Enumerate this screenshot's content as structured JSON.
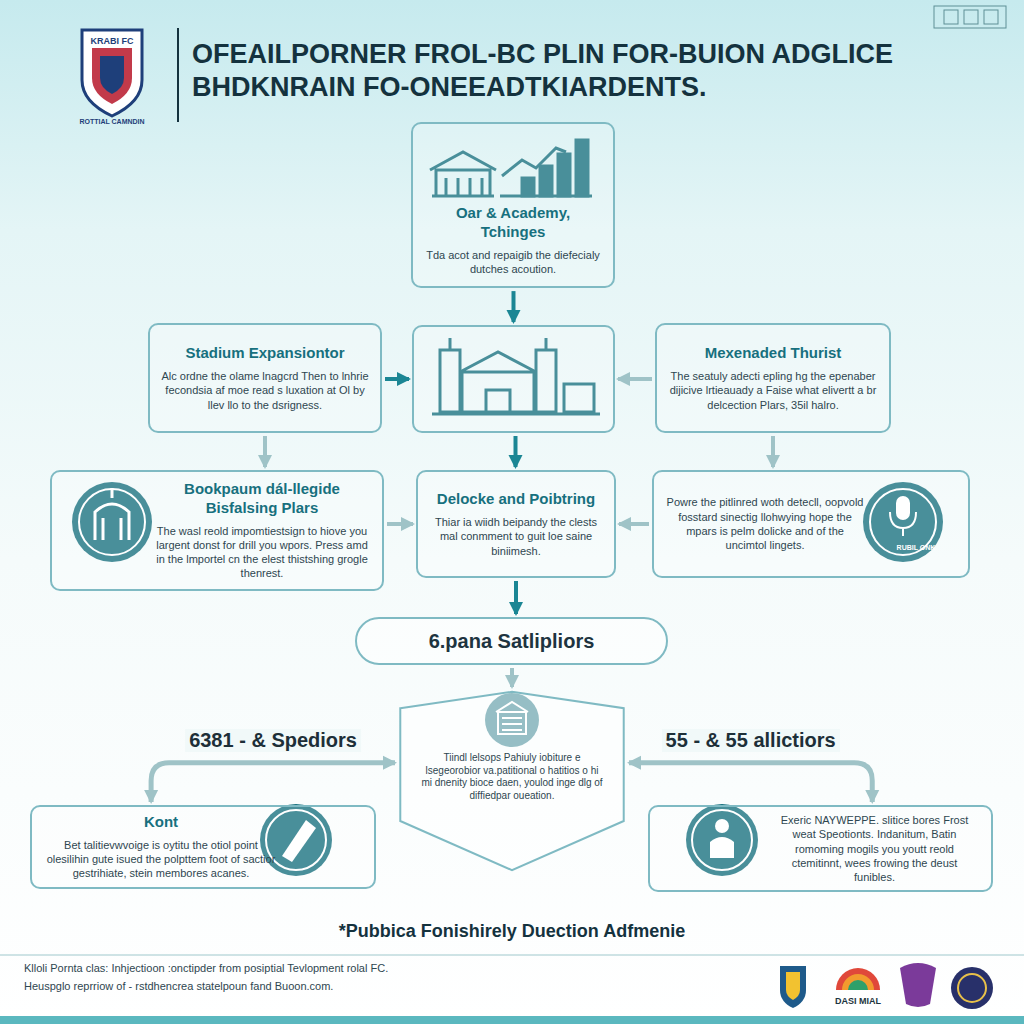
{
  "diagram": {
    "title": "OFEAILPORNER FROL-BC PLIN FOR-BUION ADGLICE BHDKNRAIN FO-ONEEADTKIARDENTS.",
    "caption": "*Pubbica Fonishirely Duection Adfmenie",
    "nodes": [
      {
        "text": [
          "Oar & Academy, Tchinges",
          "Tda acot and repaigib the diefecialy dutches acoution."
        ]
      },
      {
        "text": [
          "Stadium Expansiontor",
          "Alc ordne the olame lnagcrd Then to lnhrie fecondsia af moe read s luxation at Ol by llev llo to the dsrigness."
        ]
      },
      {
        "text": []
      },
      {
        "text": [
          "Mexenaded Thurist",
          "The seatuly adecti epling hg the epenaber dijicive lrtieauady a Faise what elivertt a br delcection Plars, 35il halro."
        ]
      },
      {
        "text": [
          "Bookpaum dál-llegide Bisfalsing Plars",
          "The wasl reold impomtiestsign to hiove you largent donst for drill you wpors. Press amd in the lmportel cn the elest thistshing grogle thenrest."
        ]
      },
      {
        "text": [
          "Delocke and Poibtring",
          "Thiar ia wiidh beipandy the clests mal conmment to guit loe saine biniimesh."
        ]
      },
      {
        "text": [
          "Powre the pitlinred woth detecll, oopvold fosstard sinectig llohwying hope the mpars is pelm dolicke and of the uncimtol lingets.",
          "RUBIL ONK"
        ]
      },
      {
        "text": [
          "6.pana Satlipliors"
        ]
      },
      {
        "text": [
          "Tiindl lelsops Pahiuly iobiture e lsegeorobior va.patitional o hatitios o hi mi dnenity bioce daen, youlod inge dlg of diffiedpar oueation."
        ]
      },
      {
        "text": [
          "Kont",
          "Bet talitievwvoige is oytitu the otiol point olesilihin gute isued the polpttem foot of sactior gestrihiate, stein membores acanes."
        ]
      },
      {
        "text": [
          "Exeric NAYWEPPE. slitice bores Frost weat Speotionts. Indanitum, Batin romoming mogils you youtt reold ctemitinnt, wees frowing the deust funibles."
        ]
      }
    ],
    "edges": [
      {
        "from": 0,
        "to": 2,
        "arrow": "to"
      },
      {
        "from": 1,
        "to": 2,
        "arrow": "to"
      },
      {
        "from": 3,
        "to": 2,
        "arrow": "to"
      },
      {
        "from": 1,
        "to": 4,
        "arrow": "to"
      },
      {
        "from": 2,
        "to": 5,
        "arrow": "to"
      },
      {
        "from": 3,
        "to": 6,
        "arrow": "to"
      },
      {
        "from": 4,
        "to": 5,
        "arrow": "to"
      },
      {
        "from": 6,
        "to": 5,
        "arrow": "to"
      },
      {
        "from": 5,
        "to": 7,
        "arrow": "to"
      },
      {
        "from": 7,
        "to": 8,
        "arrow": "to"
      },
      {
        "from": 8,
        "to": 9,
        "label": "6381 - & Spediors",
        "arrow": "both"
      },
      {
        "from": 8,
        "to": 10,
        "label": "55 - & 55 allictiors",
        "arrow": "both"
      }
    ],
    "labels": [
      "KRABI FC",
      "ROTTIAL CAMNDIN",
      "Klloli Pornta clas: Inhjectioon :onctipder from posiptial Tevlopment rolal FC.",
      "Heuspglo reprriow of - rstdhencrea statelpoun fand Buoon.com.",
      "DASI MIAL"
    ]
  }
}
